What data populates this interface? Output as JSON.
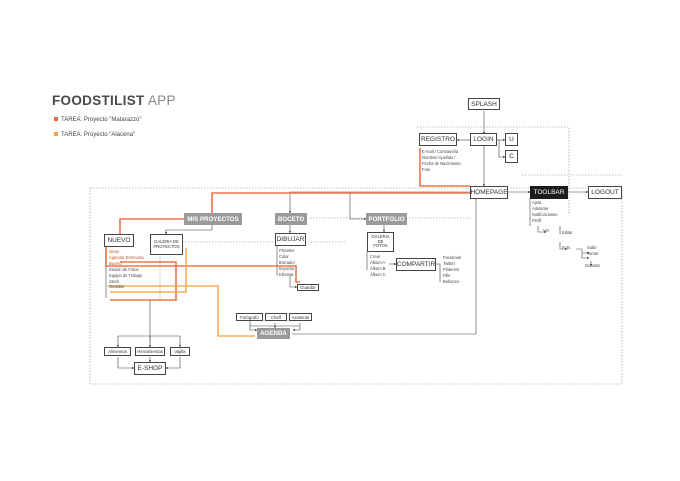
{
  "app": {
    "title_bold": "FOODSTILIST",
    "title_light": "APP"
  },
  "legend": [
    {
      "label": "TAREA: Proyecto \"Matarazzo\"",
      "color": "#e8673a"
    },
    {
      "label": "TAREA: Proyecto \"Alacena\"",
      "color": "#f0a646"
    }
  ],
  "nodes": {
    "splash": "SPLASH",
    "registro": "REGISTRO",
    "login": "LOGIN",
    "u": "U",
    "c": "C",
    "homepage": "HOMEPAGE",
    "toolbar": "TOOLBAR",
    "logout": "LOGOUT",
    "mis_proyectos": "MIS PROYECTOS",
    "boceto": "BOCETO",
    "portfolio": "PORTFOLIO",
    "nuevo": "NUEVO",
    "galeria_proyectos": [
      "GALERIA DE",
      "PROYECTOS"
    ],
    "dibujar": "DIBUJAR",
    "galeria_fotos": [
      "GALERIA",
      "DE",
      "FOTOS"
    ],
    "compartir": "COMPARTIR",
    "guardar": "Guardar",
    "agenda": "AGENDA",
    "fotografo": "Fotógrafo",
    "cheff": "Cheff",
    "asistente": "Asistente",
    "alimentos": "Alimentos",
    "herramientas": "Herramientas",
    "vajilla": "Vajilla",
    "eshop": "E-SHOP"
  },
  "lists": {
    "registro_fields": [
      "E-mail / Contraseña",
      "Nombre/ Apellido /",
      "Fecha de Nacimiento",
      "Foto"
    ],
    "nuevo_items": [
      {
        "text": "Ideas",
        "highlight": true
      },
      {
        "text": "Agendar Entrevista",
        "highlight": true
      },
      {
        "text": "Boceto",
        "highlight": true
      },
      {
        "text": "Sesión de Fotos",
        "highlight": false
      },
      {
        "text": "Equipo de Trabajo",
        "highlight": false
      },
      {
        "text": "Stock",
        "highlight": false
      },
      {
        "text": "Guardar",
        "highlight": false
      }
    ],
    "dibujar_items": [
      "Pinceles",
      "Color",
      "Borrador",
      "Importar",
      "Eliminar"
    ],
    "albums": [
      "Crear",
      "Álbum A",
      "Álbum B",
      "Álbum C"
    ],
    "compartir_items": [
      "Facebook",
      "Twitter",
      "Pinterest",
      "Flikr",
      "Behance"
    ],
    "toolbar_items": [
      "Ajsta",
      "Adelante",
      "Notificaciones",
      "Perfil"
    ],
    "perfil_items": [
      "Ver",
      "Editar"
    ],
    "editar_items": [
      "Foto"
    ],
    "foto_items": [
      "Subir",
      "Tomar"
    ],
    "tomar_items": [
      "Guardar"
    ]
  },
  "colors": {
    "matarazzo": "#e8673a",
    "alacena": "#f0a646",
    "line": "#444444",
    "dashed": "#888888"
  }
}
